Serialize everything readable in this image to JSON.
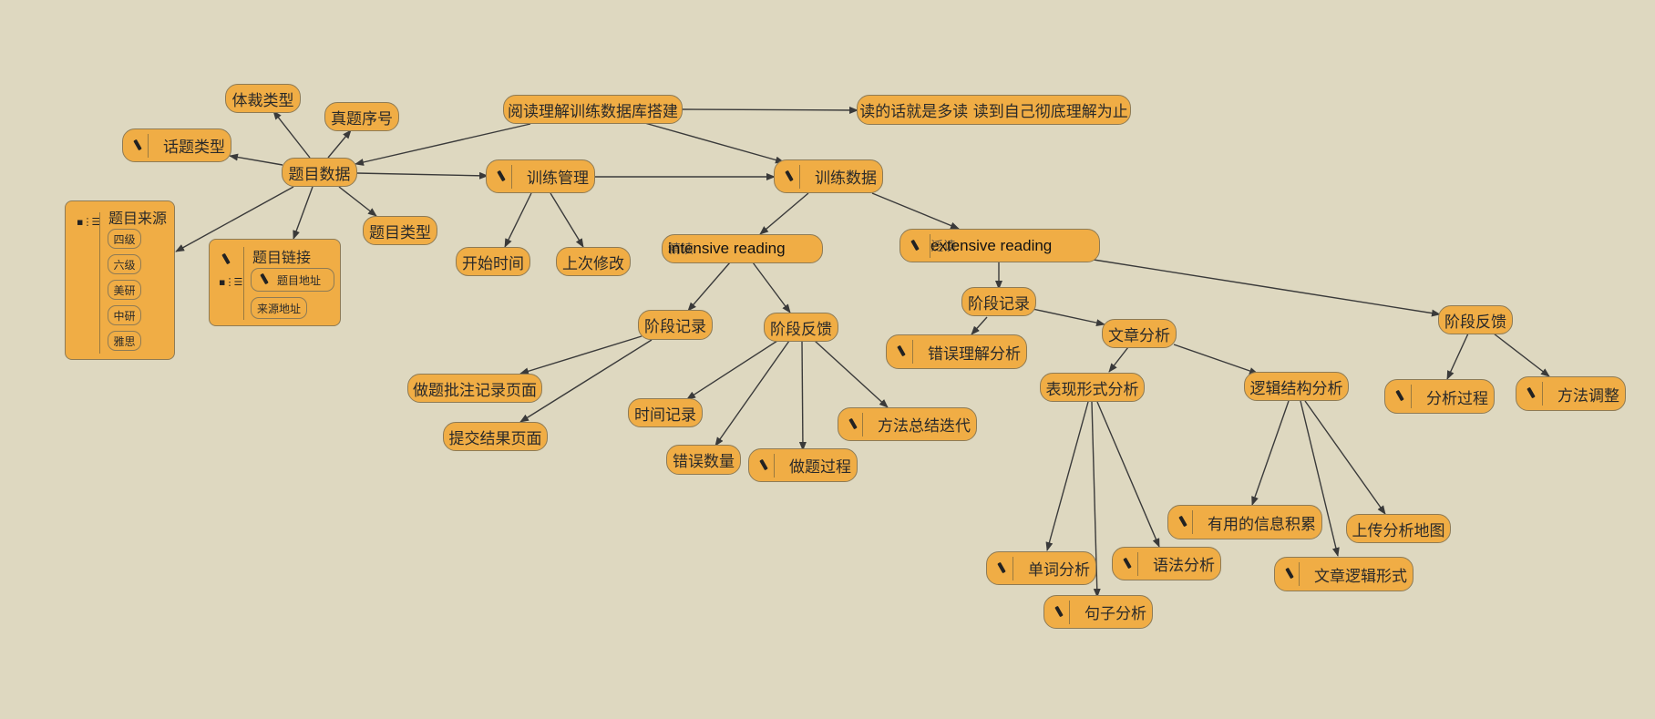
{
  "nodes": {
    "root": "阅读理解训练数据库搭建",
    "note": "读的话就是多读 读到自己彻底理解为止",
    "timu": "题目数据",
    "tici": "体裁类型",
    "zhenti": "真题序号",
    "huati": "话题类型",
    "timu_type": "题目类型",
    "xunlian_mgmt": "训练管理",
    "kaishi": "开始时间",
    "shangci": "上次修改",
    "xunlian_data": "训练数据",
    "intensive_cn": "精读",
    "intensive_en": "intensive reading",
    "extensive_cn": "泛读",
    "extensive_en": "extensive reading",
    "int_record": "阶段记录",
    "int_feedback": "阶段反馈",
    "zuoti_pizhu": "做题批注记录页面",
    "tijiao": "提交结果页面",
    "shijian": "时间记录",
    "cuowu_shu": "错误数量",
    "zuoti_guocheng": "做题过程",
    "fangfa_zongjie": "方法总结迭代",
    "ext_record": "阶段记录",
    "cuowu_lijie": "错误理解分析",
    "wenzhang": "文章分析",
    "biaoxian": "表现形式分析",
    "luoji": "逻辑结构分析",
    "danci": "单词分析",
    "juzi": "句子分析",
    "yufa": "语法分析",
    "youyong": "有用的信息积累",
    "shangchuan": "上传分析地图",
    "luoji_xingshi": "文章逻辑形式",
    "ext_feedback": "阶段反馈",
    "fenxi_guocheng": "分析过程",
    "fangfa_tiaozheng": "方法调整"
  },
  "source_group": {
    "title": "题目来源",
    "items": [
      "四级",
      "六级",
      "美研",
      "中研",
      "雅思"
    ]
  },
  "link_group": {
    "title": "题目链接",
    "items": [
      "题目地址",
      "来源地址"
    ]
  },
  "colors": {
    "node_fill": "#f0ad45",
    "node_border": "#8e7b55",
    "background": "#ded8c0",
    "edge": "#3a3a3a"
  }
}
